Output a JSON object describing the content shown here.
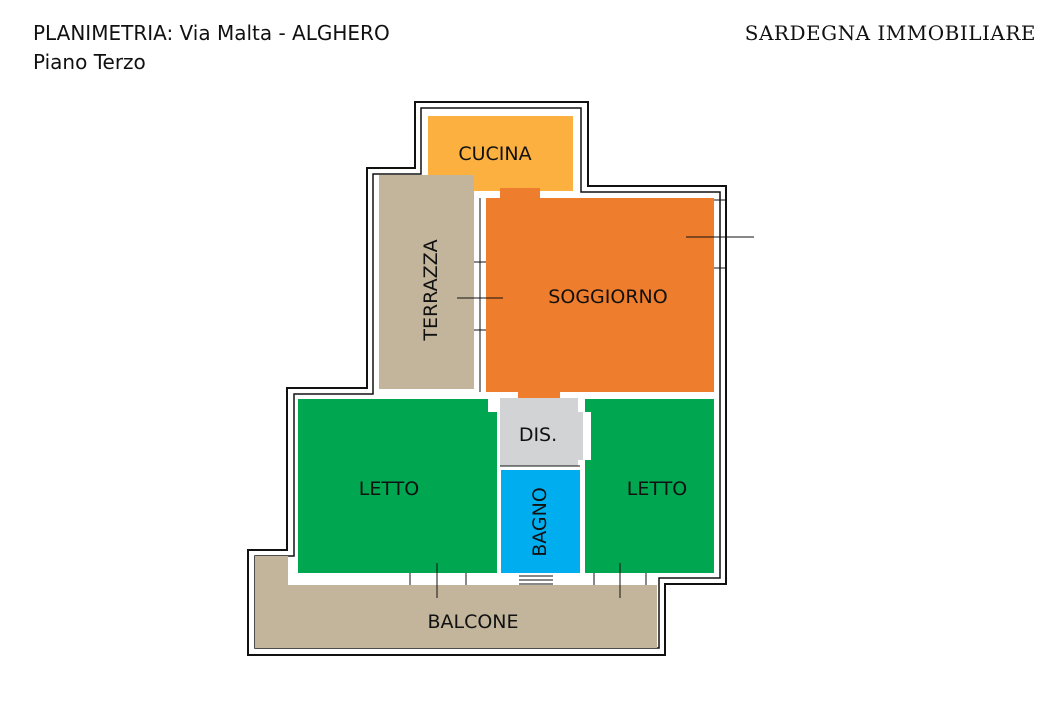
{
  "header": {
    "title": "PLANIMETRIA:  Via Malta - ALGHERO",
    "floor": "Piano Terzo",
    "agency": "SARDEGNA IMMOBILIARE"
  },
  "rooms": {
    "cucina": "CUCINA",
    "terrazza": "TERRAZZA",
    "soggiorno": "SOGGIORNO",
    "dis": "DIS.",
    "letto_left": "LETTO",
    "bagno": "BAGNO",
    "letto_right": "LETTO",
    "balcone": "BALCONE"
  },
  "colors": {
    "cucina": "#fbb040",
    "soggiorno": "#ee7d2d",
    "terrazza": "#c2b59b",
    "balcone": "#c2b59b",
    "dis": "#d1d3d4",
    "letto": "#00a650",
    "bagno": "#00aeef",
    "wall": "#111111"
  }
}
